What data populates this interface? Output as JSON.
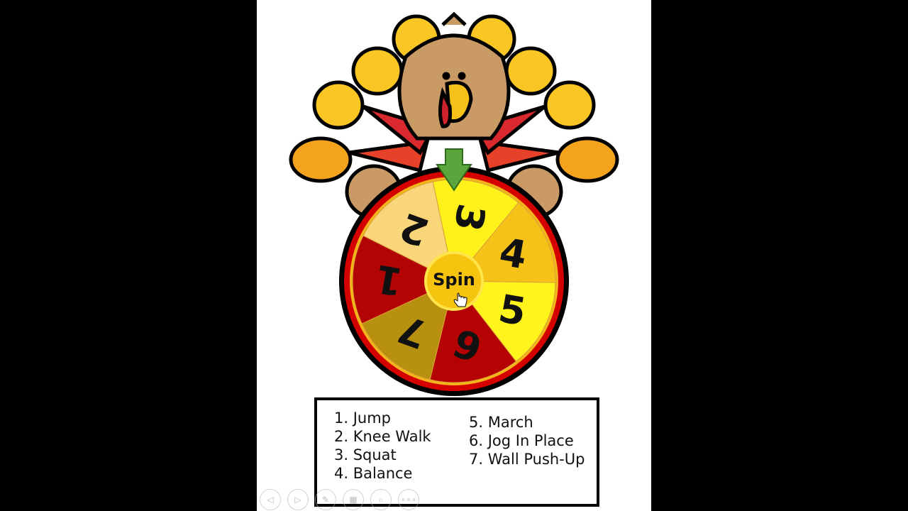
{
  "wheel": {
    "spin_label": "Spin",
    "segments": [
      {
        "number": "3",
        "color": "#fff21a"
      },
      {
        "number": "4",
        "color": "#f6c218"
      },
      {
        "number": "5",
        "color": "#fff51c"
      },
      {
        "number": "6",
        "color": "#b50303"
      },
      {
        "number": "7",
        "color": "#b8900f"
      },
      {
        "number": "1",
        "color": "#b20404"
      },
      {
        "number": "2",
        "color": "#f9d67a"
      }
    ]
  },
  "legend": {
    "left": [
      "1.  Jump",
      "2. Knee Walk",
      "3. Squat",
      "4. Balance"
    ],
    "right": [
      "5. March",
      "6. Jog In Place",
      "7. Wall Push-Up"
    ]
  },
  "toolbar": [
    {
      "icon": "previous-icon",
      "glyph": "◁"
    },
    {
      "icon": "next-icon",
      "glyph": "▷"
    },
    {
      "icon": "pen-icon",
      "glyph": "✎"
    },
    {
      "icon": "slides-icon",
      "glyph": "▦"
    },
    {
      "icon": "zoom-icon",
      "glyph": "⌕"
    },
    {
      "icon": "more-icon",
      "glyph": "∘∘∘"
    }
  ]
}
